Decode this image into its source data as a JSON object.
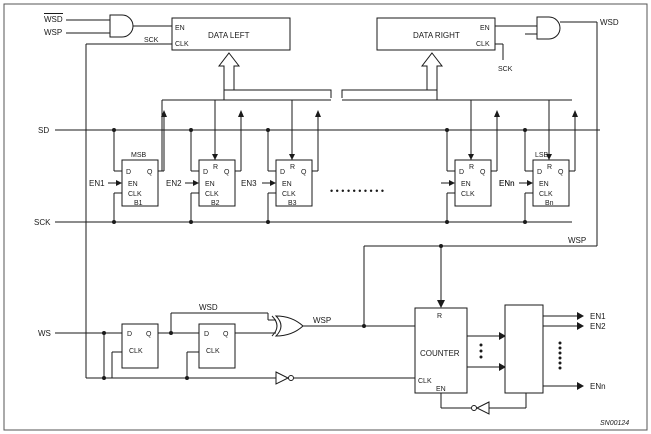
{
  "inputs": {
    "wsd_bar": "WSD",
    "wsp": "WSP",
    "sd": "SD",
    "sck": "SCK",
    "ws": "WS",
    "wsd_right": "WSD"
  },
  "registers": {
    "left": {
      "label": "DATA  LEFT",
      "en": "EN",
      "clk": "CLK",
      "sck": "SCK"
    },
    "right": {
      "label": "DATA  RIGHT",
      "en": "EN",
      "clk": "CLK",
      "sck": "SCK"
    }
  },
  "shift_register": {
    "msb": "MSB",
    "lsb": "LSB",
    "cells": [
      {
        "en_in": "EN1",
        "name": "B1",
        "d": "D",
        "q": "Q",
        "en": "EN",
        "clk": "CLK",
        "r": ""
      },
      {
        "en_in": "EN2",
        "name": "B2",
        "d": "D",
        "q": "Q",
        "en": "EN",
        "clk": "CLK",
        "r": "R"
      },
      {
        "en_in": "EN3",
        "name": "B3",
        "d": "D",
        "q": "Q",
        "en": "EN",
        "clk": "CLK",
        "r": "R"
      },
      {
        "en_in": "ENn",
        "name": "",
        "d": "D",
        "q": "Q",
        "en": "EN",
        "clk": "CLK",
        "r": "R"
      },
      {
        "en_in": "ENn",
        "name": "Bn",
        "d": "D",
        "q": "Q",
        "en": "EN",
        "clk": "CLK",
        "r": "R"
      }
    ],
    "ellipsis": "• • • • • • • • • •"
  },
  "ws_path": {
    "ff1": {
      "d": "D",
      "q": "Q",
      "clk": "CLK"
    },
    "ff2": {
      "d": "D",
      "q": "Q",
      "clk": "CLK"
    },
    "wsd": "WSD",
    "wsp": "WSP",
    "wsp_top": "WSP"
  },
  "counter": {
    "label": "COUNTER",
    "r": "R",
    "clk": "CLK",
    "en": "EN"
  },
  "decoder_outputs": [
    "EN1",
    "EN2",
    "ENn"
  ],
  "footer_code": "SN00124"
}
